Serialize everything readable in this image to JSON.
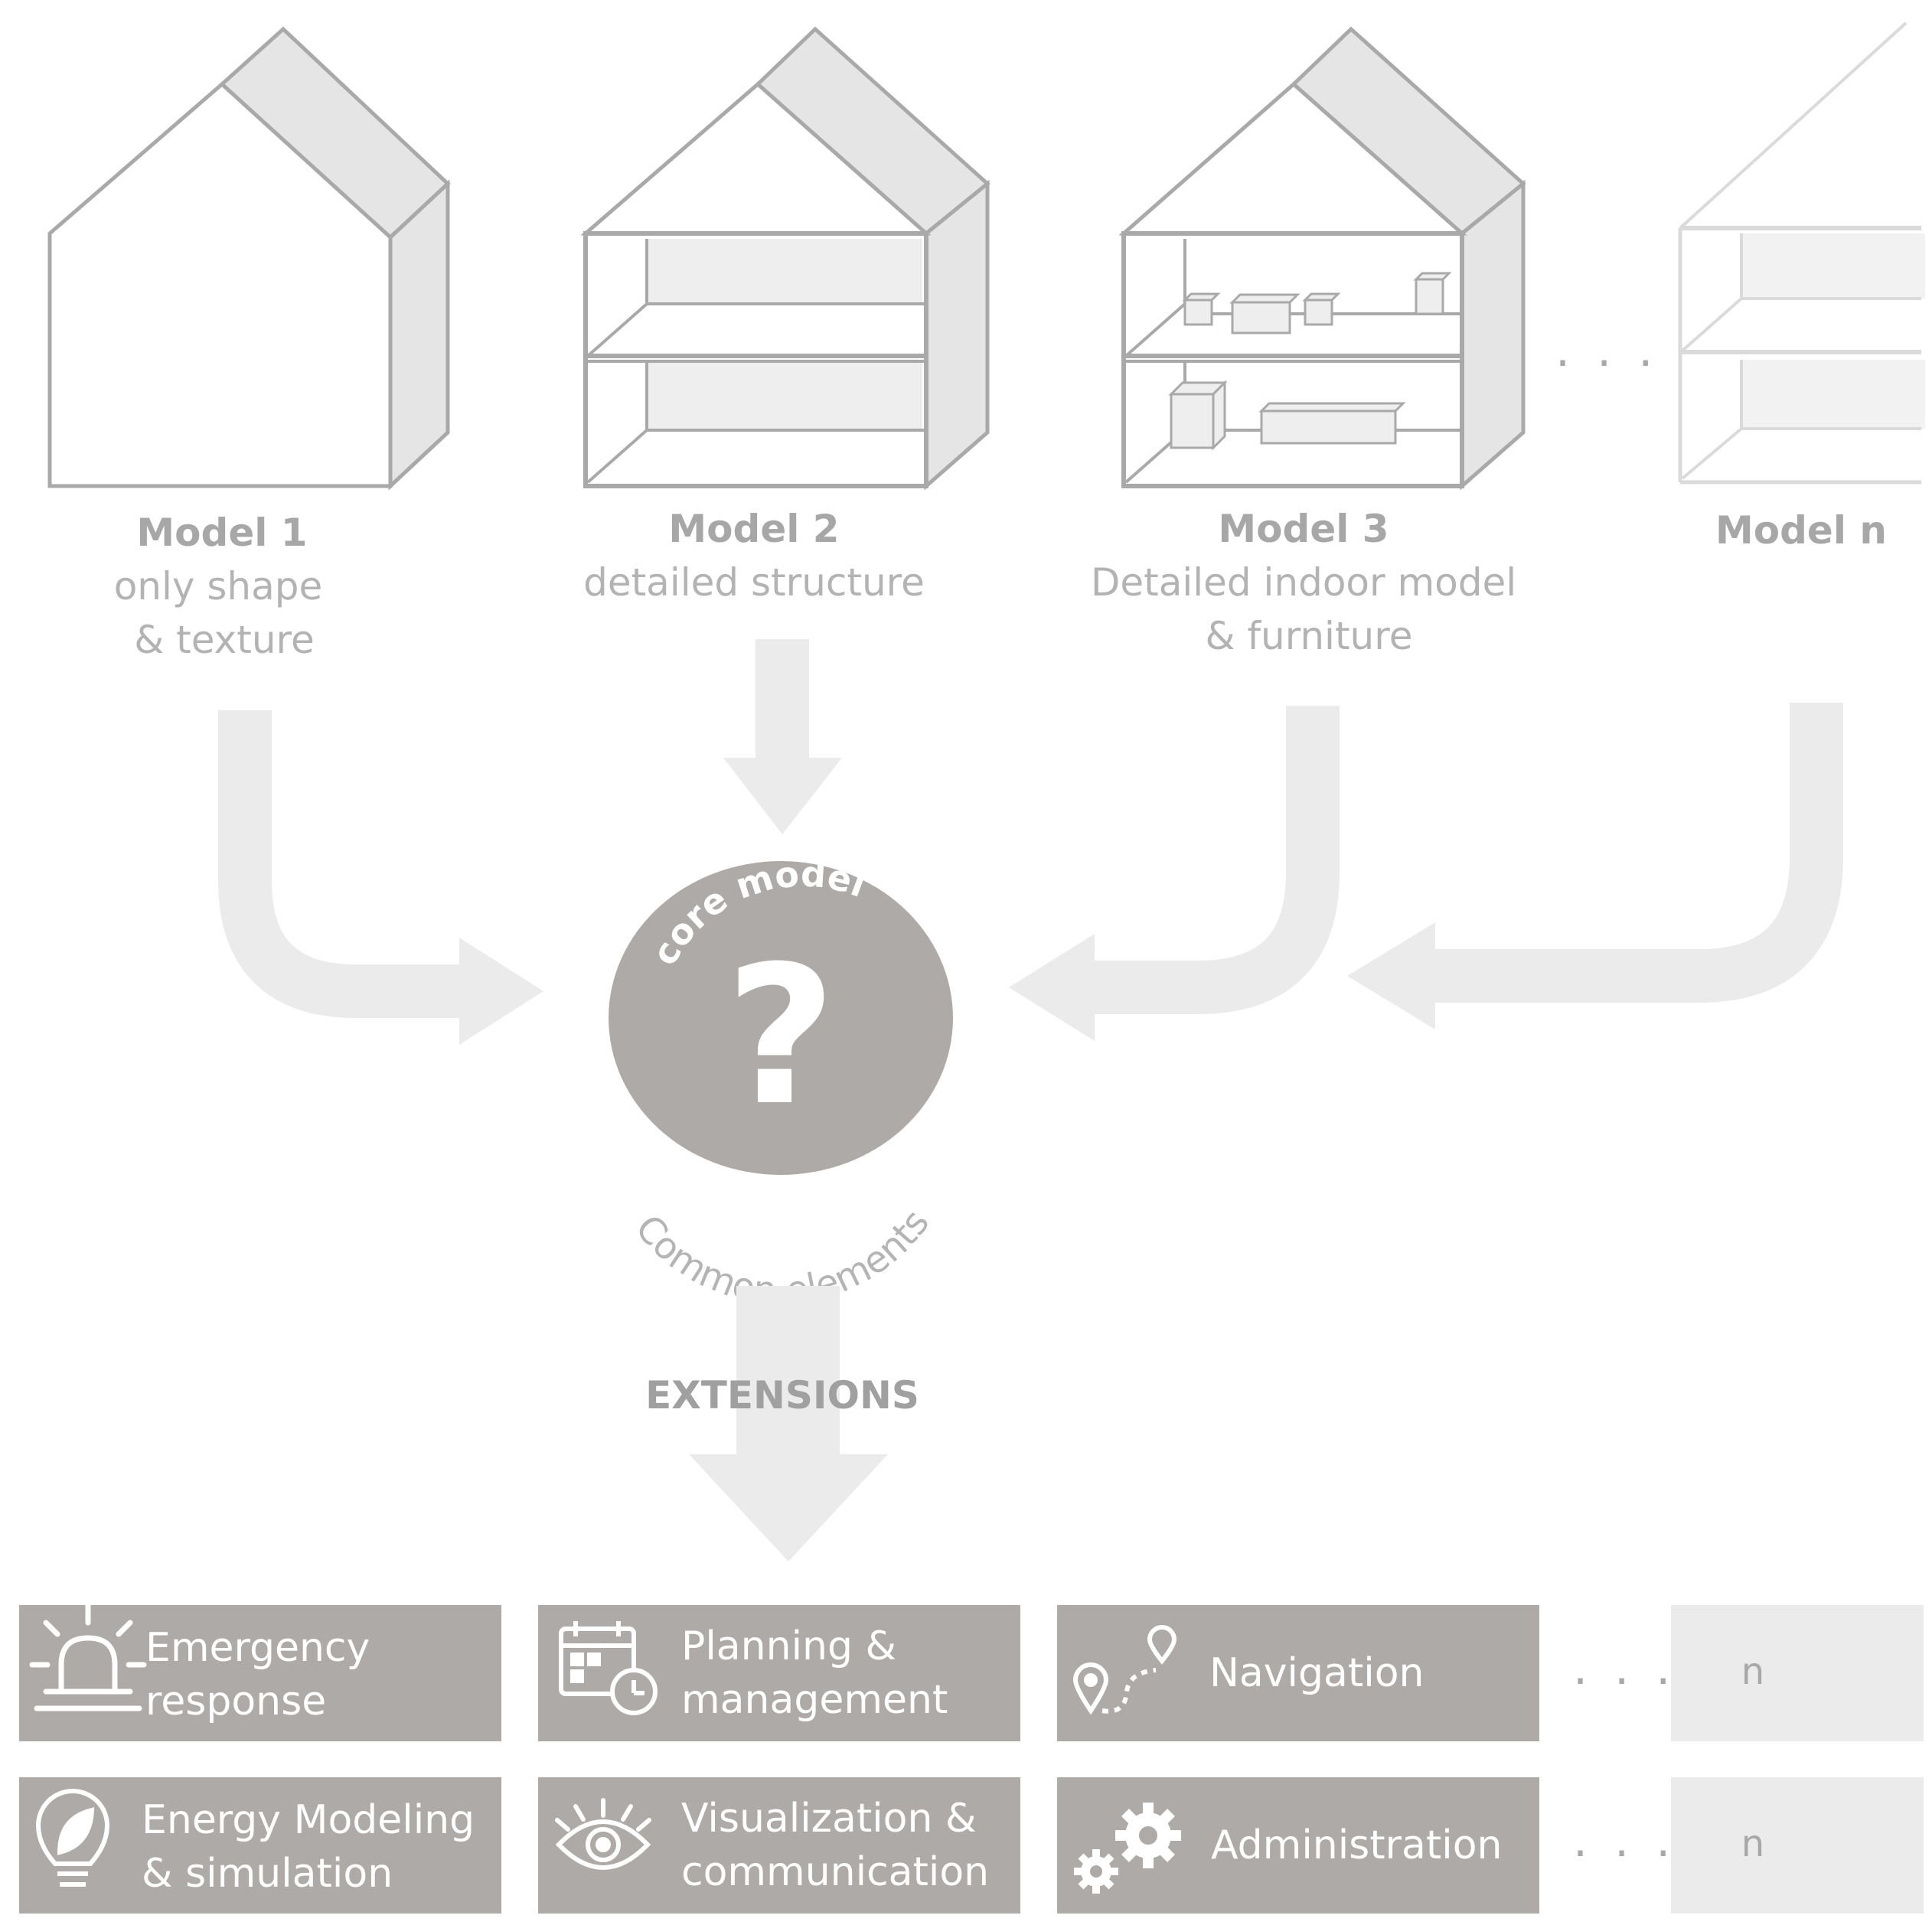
{
  "models": [
    {
      "title": "Model 1",
      "subtitle_lines": [
        "only shape",
        "& texture"
      ]
    },
    {
      "title": "Model 2",
      "subtitle_lines": [
        "detailed structure"
      ]
    },
    {
      "title": "Model 3",
      "subtitle_lines": [
        "Detailed indoor model",
        "& furniture"
      ]
    },
    {
      "title": "Model n",
      "subtitle_lines": []
    }
  ],
  "ellipsis": ". . .",
  "core": {
    "top_label": "core model",
    "symbol": "?",
    "bottom_label": "Common elements"
  },
  "extensions_label": "EXTENSIONS",
  "extensions": [
    {
      "lines": [
        "Emergency",
        "response"
      ],
      "icon": "siren-icon"
    },
    {
      "lines": [
        "Planning &",
        "management"
      ],
      "icon": "calendar-clock-icon"
    },
    {
      "lines": [
        "Navigation"
      ],
      "icon": "route-pin-icon"
    },
    {
      "lines": [
        "Energy Modeling",
        "& simulation"
      ],
      "icon": "leaf-bulb-icon"
    },
    {
      "lines": [
        "Visualization &",
        "communication"
      ],
      "icon": "eye-icon"
    },
    {
      "lines": [
        "Administration"
      ],
      "icon": "gears-icon"
    }
  ],
  "placeholder_box_label": "n",
  "colors": {
    "box_fill": "#aeaaa7",
    "core_fill": "#aeaaa7",
    "arrow_fill": "#ebebeb",
    "outline": "#a9a9a9",
    "side_fill": "#e5e5e5",
    "placeholder_fill": "#ebebeb"
  }
}
